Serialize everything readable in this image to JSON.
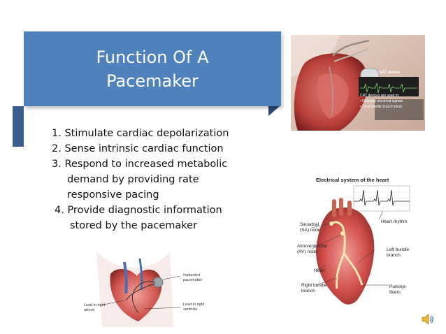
{
  "slide": {
    "title": "Function Of A Pacemaker",
    "bullets": [
      "1. Stimulate cardiac depolarization",
      "2. Sense intrinsic cardiac function",
      "3. Respond to increased metabolic demand by providing rate responsive pacing",
      "4. Provide diagnostic information stored by the pacemaker"
    ]
  },
  "crt_image": {
    "label": "CRT device",
    "caption": "CRT devices are used to:",
    "items": [
      "• Regulate electrical signals",
      "• Treat bundle branch block"
    ]
  },
  "electrical_image": {
    "title": "Electrical system of the heart",
    "labels": {
      "heart_rhythm": "Heart rhythm",
      "sa_node": "Sinoatrial (SA) node",
      "av_node": "Atrioventricular (AV) node",
      "heart": "Heart",
      "right_bundle": "Right bundle branch",
      "left_bundle": "Left bundle branch",
      "purkinje": "Purkinje fibers"
    }
  },
  "pacemaker_image": {
    "labels": {
      "implanted": "Implanted pacemaker",
      "lead_atrium": "Lead in right atrium",
      "lead_ventricle": "Lead in right ventricle"
    }
  },
  "icons": {
    "audio": "speaker-icon"
  },
  "colors": {
    "title_bg": "#4f81bd",
    "title_dark": "#2c4a72"
  }
}
